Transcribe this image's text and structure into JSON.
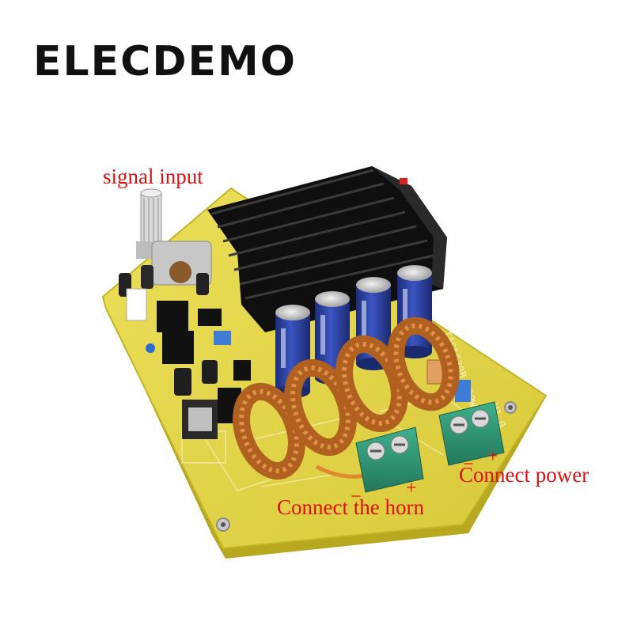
{
  "brand": {
    "name": "ELECDEMO"
  },
  "labels": {
    "signal_input": "signal input",
    "connect_power": "Connect power",
    "connect_horn": "Connect the horn",
    "power_plus": "+",
    "power_minus": "−",
    "horn_plus": "+",
    "horn_minus": "−"
  },
  "board": {
    "silkscreen_model": "TAS5630B 600W",
    "silkscreen_version": "V1.0",
    "capacitor_count": 4,
    "inductor_count": 4,
    "terminal_count": 2
  },
  "colors": {
    "pcb": "#e6d64a",
    "heatsink": "#1a1a1a",
    "capacitor": "#2a3e9c",
    "copper": "#c8742e",
    "terminal": "#2e9a78",
    "label_red": "#e01010"
  }
}
